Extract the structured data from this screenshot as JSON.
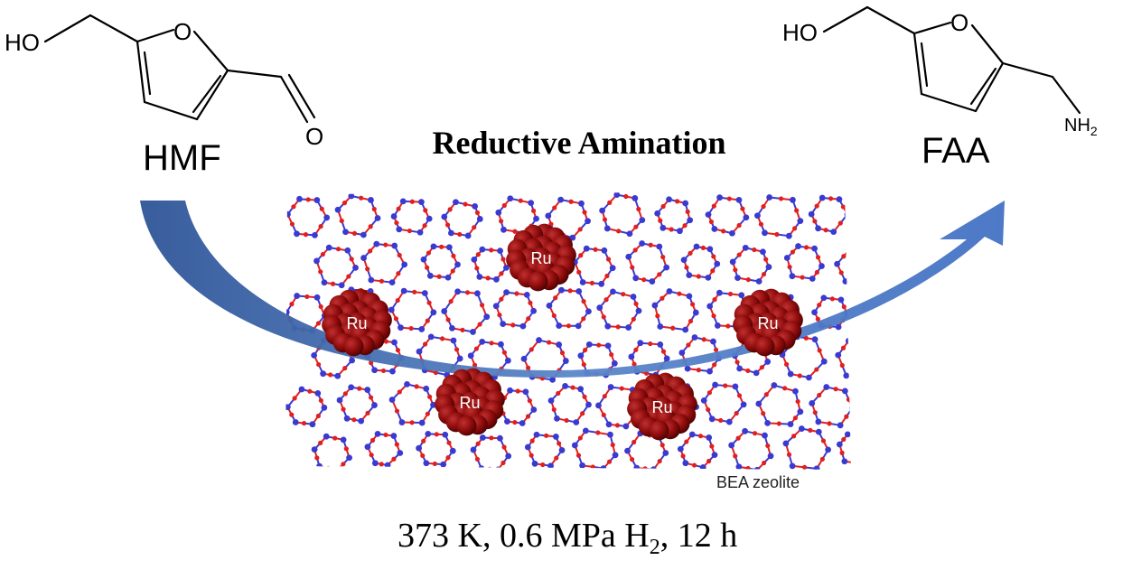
{
  "reactant": {
    "name": "HMF",
    "hydroxyl_label": "HO",
    "ring_oxygen": "O",
    "carbonyl_oxygen": "O"
  },
  "product": {
    "name": "FAA",
    "hydroxyl_label": "HO",
    "ring_oxygen": "O",
    "amine_label": "NH",
    "amine_subscript": "2"
  },
  "title": "Reductive Amination",
  "catalyst": {
    "support_label": "BEA zeolite",
    "cluster_label": "Ru",
    "cluster_count": 5
  },
  "conditions": {
    "temperature": "373 K,",
    "pressure_prefix": "0.6 MPa H",
    "pressure_subscript": "2",
    "time": ", 12 h"
  },
  "colors": {
    "arrow_light": "#4472c4",
    "arrow_dark": "#2f5597",
    "oxygen_atom": "#e02020",
    "silicon_atom": "#3a3ad0",
    "ru_cluster": "#8b0a0a"
  }
}
